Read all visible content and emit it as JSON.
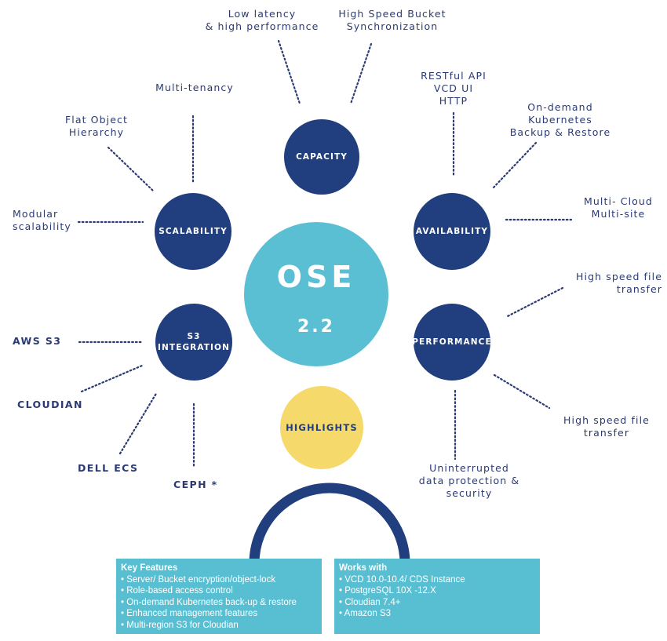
{
  "center": {
    "title": "OSE",
    "version": "2.2"
  },
  "hubs": {
    "capacity": "CAPACITY",
    "scalability": "SCALABILITY",
    "availability": "AVAILABILITY",
    "s3_integration": "S3\nINTEGRATION",
    "performance": "PERFORMANCE"
  },
  "highlights": "HIGHLIGHTS",
  "labels": {
    "low_latency": "Low latency\n& high performance",
    "bucket_sync": "High Speed Bucket\nSynchronization",
    "multi_tenancy": "Multi-tenancy",
    "restful": "RESTful API\nVCD UI\nHTTP",
    "flat_object": "Flat Object\nHierarchy",
    "kubernetes": "On-demand\nKubernetes\nBackup & Restore",
    "modular": "Modular\nscalability",
    "multi_cloud": "Multi- Cloud\nMulti-site",
    "file_transfer_top": "High speed file\ntransfer",
    "aws": "AWS S3",
    "cloudian": "CLOUDIAN",
    "file_transfer_bottom": "High speed file\ntransfer",
    "dell": "DELL ECS",
    "ceph": "CEPH *",
    "uninterrupted": "Uninterrupted\ndata protection &\nsecurity"
  },
  "key_features": {
    "title": "Key Features",
    "items": [
      "Server/ Bucket encryption/object-lock",
      "Role-based access control",
      "On-demand Kubernetes back-up & restore",
      "Enhanced management features",
      "Multi-region S3 for Cloudian"
    ]
  },
  "works_with": {
    "title": "Works with",
    "items": [
      "VCD 10.0-10.4/ CDS Instance",
      "PostgreSQL 10X -12.X",
      "Cloudian 7.4+",
      "Amazon S3"
    ]
  },
  "colors": {
    "navy": "#213e7e",
    "text": "#2b3a73",
    "teal": "#5bbfd3",
    "yellow": "#f6d96b",
    "panel": "#58bfd2"
  }
}
